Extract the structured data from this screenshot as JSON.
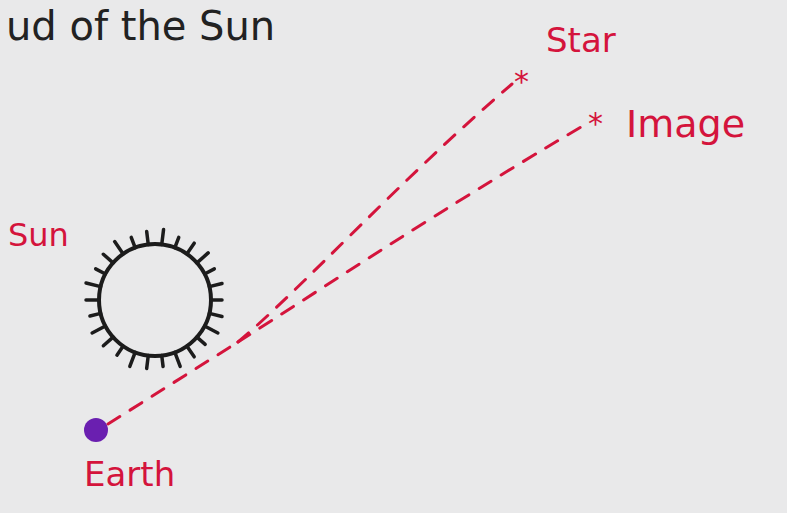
{
  "diagram": {
    "labels": [
      "ud of the Sun",
      "Sun",
      "Star",
      "Image",
      "Earth"
    ]
  }
}
